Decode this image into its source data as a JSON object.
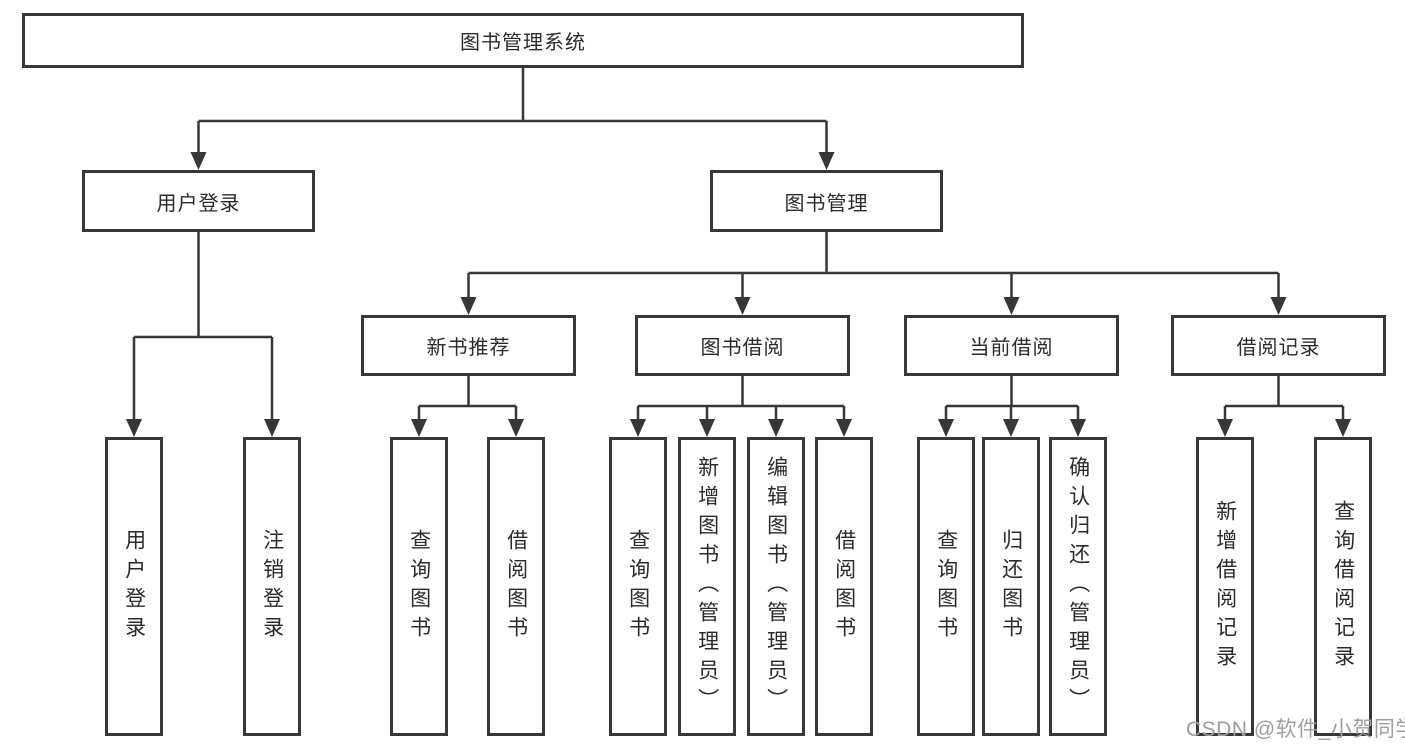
{
  "colors": {
    "line": "#373737",
    "text": "#2b2b2b",
    "background": "#ffffff",
    "watermark_text": "#9e9e9e"
  },
  "diagram": {
    "root": {
      "label": "图书管理系统"
    },
    "level2": {
      "user_login": {
        "label": "用户登录"
      },
      "book_management": {
        "label": "图书管理"
      }
    },
    "level3": {
      "new_book_recommend": {
        "label": "新书推荐"
      },
      "book_borrow": {
        "label": "图书借阅"
      },
      "current_borrow": {
        "label": "当前借阅"
      },
      "borrow_records": {
        "label": "借阅记录"
      }
    },
    "leaves": {
      "user_login_action": {
        "label": "用户登录"
      },
      "logout_action": {
        "label": "注销登录"
      },
      "recommend_query_books": {
        "label": "查询图书"
      },
      "recommend_borrow_books": {
        "label": "借阅图书"
      },
      "borrow_query_books": {
        "label": "查询图书"
      },
      "borrow_add_books_admin": {
        "label": "新增图书（管理员）"
      },
      "borrow_edit_books_admin": {
        "label": "编辑图书（管理员）"
      },
      "borrow_borrow_books": {
        "label": "借阅图书"
      },
      "current_query_books": {
        "label": "查询图书"
      },
      "current_return_books": {
        "label": "归还图书"
      },
      "current_confirm_return_admin": {
        "label": "确认归还（管理员）"
      },
      "records_add_record": {
        "label": "新增借阅记录"
      },
      "records_query_record": {
        "label": "查询借阅记录"
      }
    }
  },
  "watermark": {
    "text": "CSDN @软件_小贺同学"
  }
}
